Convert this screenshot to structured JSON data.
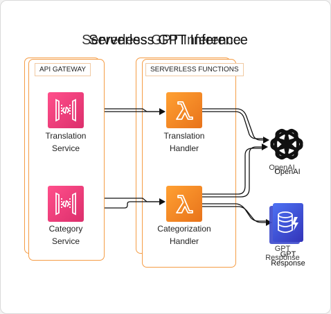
{
  "title_primary": "Serverless GPT Inference",
  "title_ghost": "Serverless GPT Inference",
  "groups": {
    "api_gateway": "API GATEWAY",
    "serverless_functions": "SERVERLESS FUNCTIONS"
  },
  "nodes": {
    "translation_service": "Translation\nService",
    "category_service": "Category\nService",
    "translation_handler": "Translation\nHandler",
    "categorization_handler": "Categorization\nHandler",
    "openai": "OpenAI",
    "gpt_response": "GPT\nResponse"
  },
  "colors": {
    "group_border": "#f59c44",
    "api_gateway_icon": "#e7157b",
    "lambda_icon": "#ed7100",
    "dynamodb_icon": "#3b48cc",
    "openai_icon": "#000000"
  },
  "icons": {
    "translation_service": "api-gateway-icon",
    "category_service": "api-gateway-icon",
    "translation_handler": "lambda-icon",
    "categorization_handler": "lambda-icon",
    "openai": "openai-icon",
    "gpt_response": "dynamodb-icon"
  }
}
